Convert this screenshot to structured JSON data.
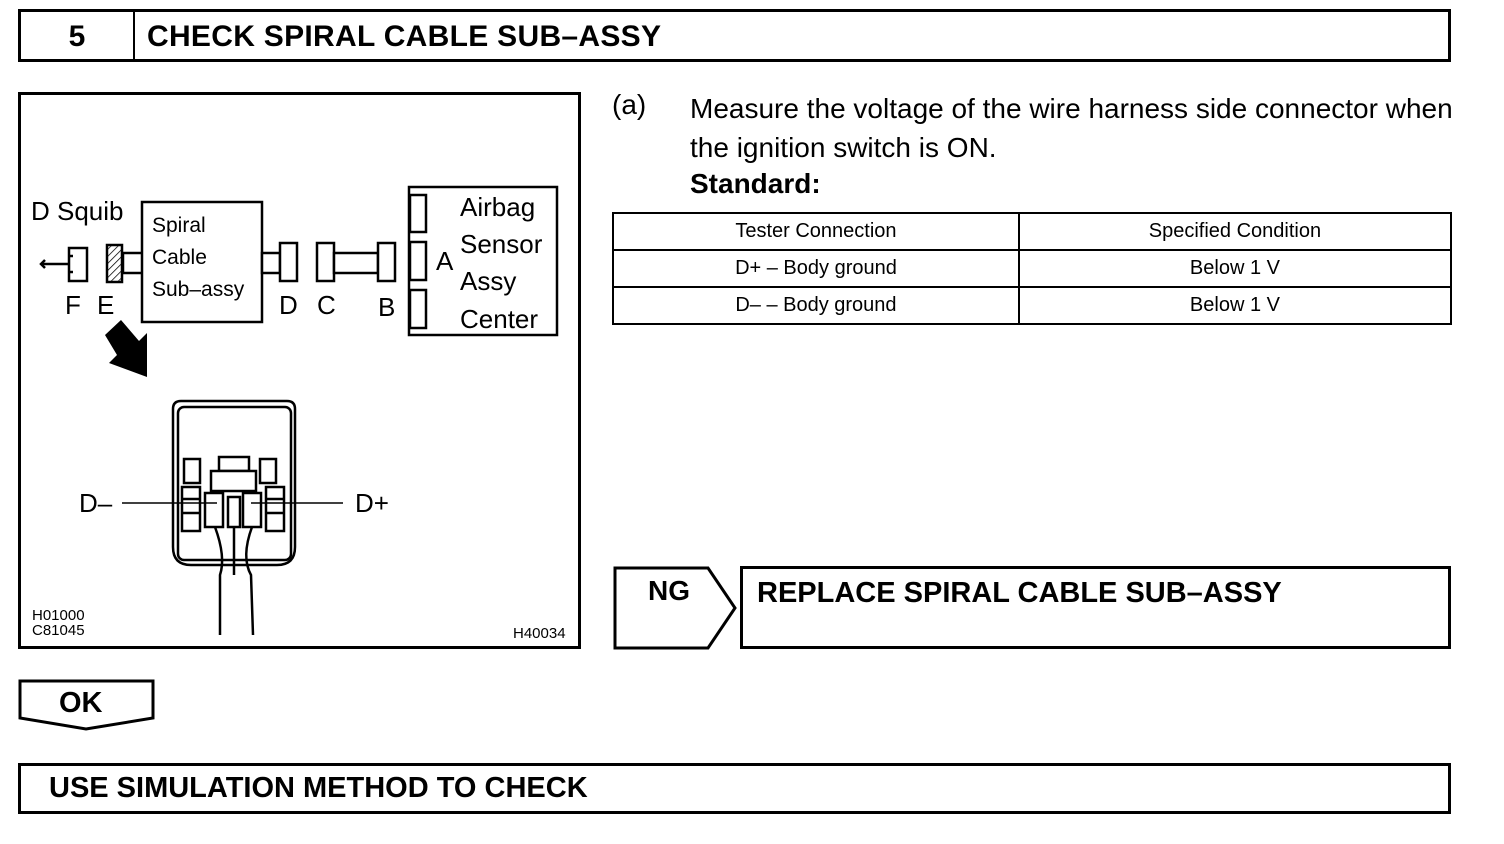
{
  "step": {
    "number": "5",
    "title": "CHECK SPIRAL CABLE SUB–ASSY"
  },
  "figure": {
    "labels": {
      "d_squib": "D Squib",
      "spiral": "Spiral",
      "cable": "Cable",
      "sub_assy": "Sub–assy",
      "airbag": "Airbag",
      "sensor": "Sensor",
      "assy": "Assy",
      "center": "Center",
      "a": "A",
      "b": "B",
      "c": "C",
      "d": "D",
      "e": "E",
      "f": "F",
      "d_minus": "D–",
      "d_plus": "D+"
    },
    "codes": {
      "code1": "H01000",
      "code2": "C81045",
      "code3": "H40034"
    }
  },
  "instruction": {
    "marker": "(a)",
    "text": "Measure the voltage of the wire harness side connector when the ignition switch is ON.",
    "standard_label": "Standard:"
  },
  "table": {
    "headers": [
      "Tester Connection",
      "Specified Condition"
    ],
    "rows": [
      [
        "D+ – Body ground",
        "Below 1 V"
      ],
      [
        "D– – Body ground",
        "Below 1 V"
      ]
    ]
  },
  "ng": {
    "label": "NG",
    "action": "REPLACE SPIRAL CABLE SUB–ASSY"
  },
  "ok": {
    "label": "OK"
  },
  "final_step": {
    "text": "USE SIMULATION METHOD TO CHECK"
  }
}
